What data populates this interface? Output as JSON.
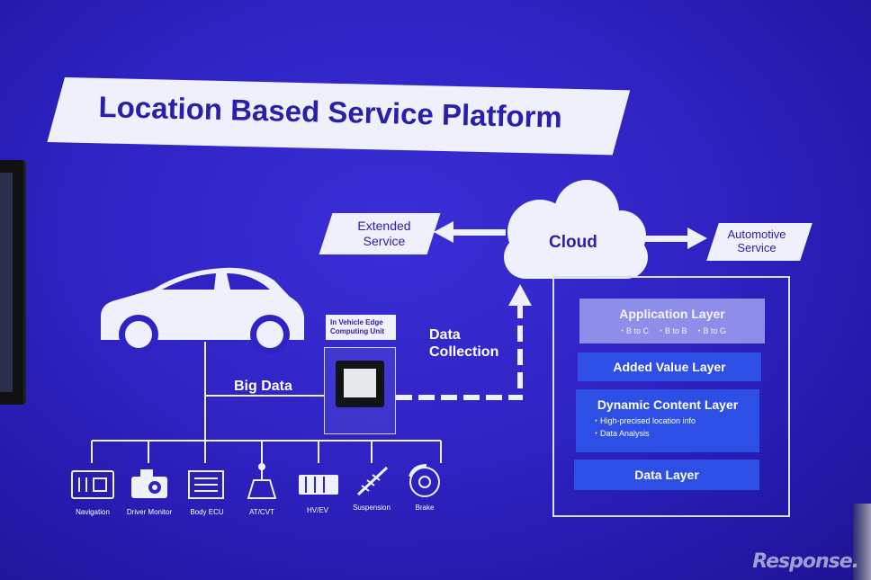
{
  "title": "Location Based Service Platform",
  "cloud_label": "Cloud",
  "extended_service": [
    "Extended",
    "Service"
  ],
  "automotive_service": [
    "Automotive",
    "Service"
  ],
  "edge_label": [
    "In Vehicle Edge",
    "Computing Unit"
  ],
  "data_collection": [
    "Data",
    "Collection"
  ],
  "big_data": "Big Data",
  "components": [
    "Navigation",
    "Driver Monitor",
    "Body ECU",
    "AT/CVT",
    "HV/EV",
    "Suspension",
    "Brake"
  ],
  "layers": {
    "application": {
      "title": "Application Layer",
      "sub": "・B to C　・B to B　・B to G"
    },
    "added_value": {
      "title": "Added Value Layer"
    },
    "dynamic_content": {
      "title": "Dynamic Content Layer",
      "bullets": [
        "・High-precised location info",
        "・Data Analysis"
      ]
    },
    "data": {
      "title": "Data Layer"
    }
  },
  "watermark": "Response."
}
